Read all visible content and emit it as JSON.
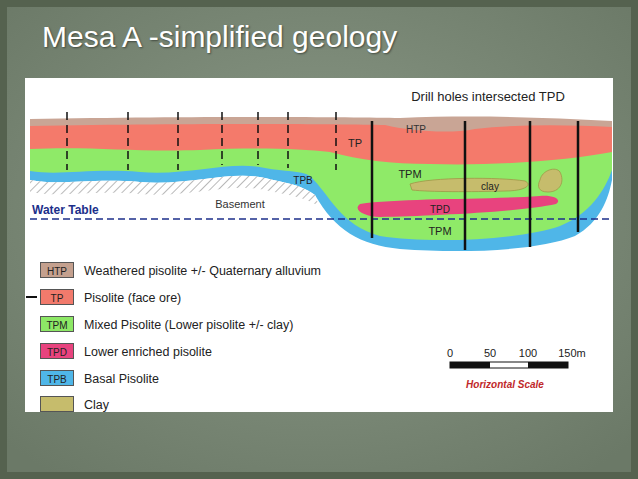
{
  "diagram": {
    "title": "Mesa A -simplified geology",
    "labels": [
      "Drill holes intersected TPD",
      "HTP",
      "TP",
      "TPM",
      "clay",
      "TPB",
      "Basement",
      "TPD",
      "TPM",
      "Water Table",
      "HTP",
      "TP",
      "TPM",
      "TPD",
      "TPB",
      "0",
      "50",
      "100",
      "150m",
      "Horizontal Scale"
    ],
    "legend": [
      {
        "text": "Weathered pisolite +/- Quaternary alluvium",
        "color": "#c4a08e"
      },
      {
        "text": "Pisolite (face ore)",
        "color": "#f27a6c"
      },
      {
        "text": "Mixed Pisolite (Lower pisolite +/- clay)",
        "color": "#8de866"
      },
      {
        "text": "Lower enriched pisolite",
        "color": "#e8437e"
      },
      {
        "text": "Basal Pisolite",
        "color": "#4fb6e8"
      },
      {
        "text": "Clay",
        "color": "#c6bc6c"
      }
    ]
  }
}
